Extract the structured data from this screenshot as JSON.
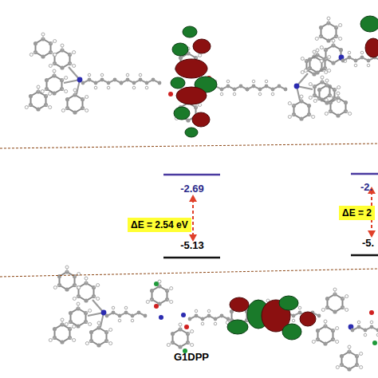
{
  "diagram": {
    "nodes": [
      {
        "text": [
          "ΔE = 2.54 eV"
        ]
      },
      {
        "text": [
          "ΔE = 2"
        ]
      }
    ],
    "labels": [
      "-2.69",
      "-5.13",
      "G1DPP",
      "-2.",
      "-5."
    ]
  }
}
